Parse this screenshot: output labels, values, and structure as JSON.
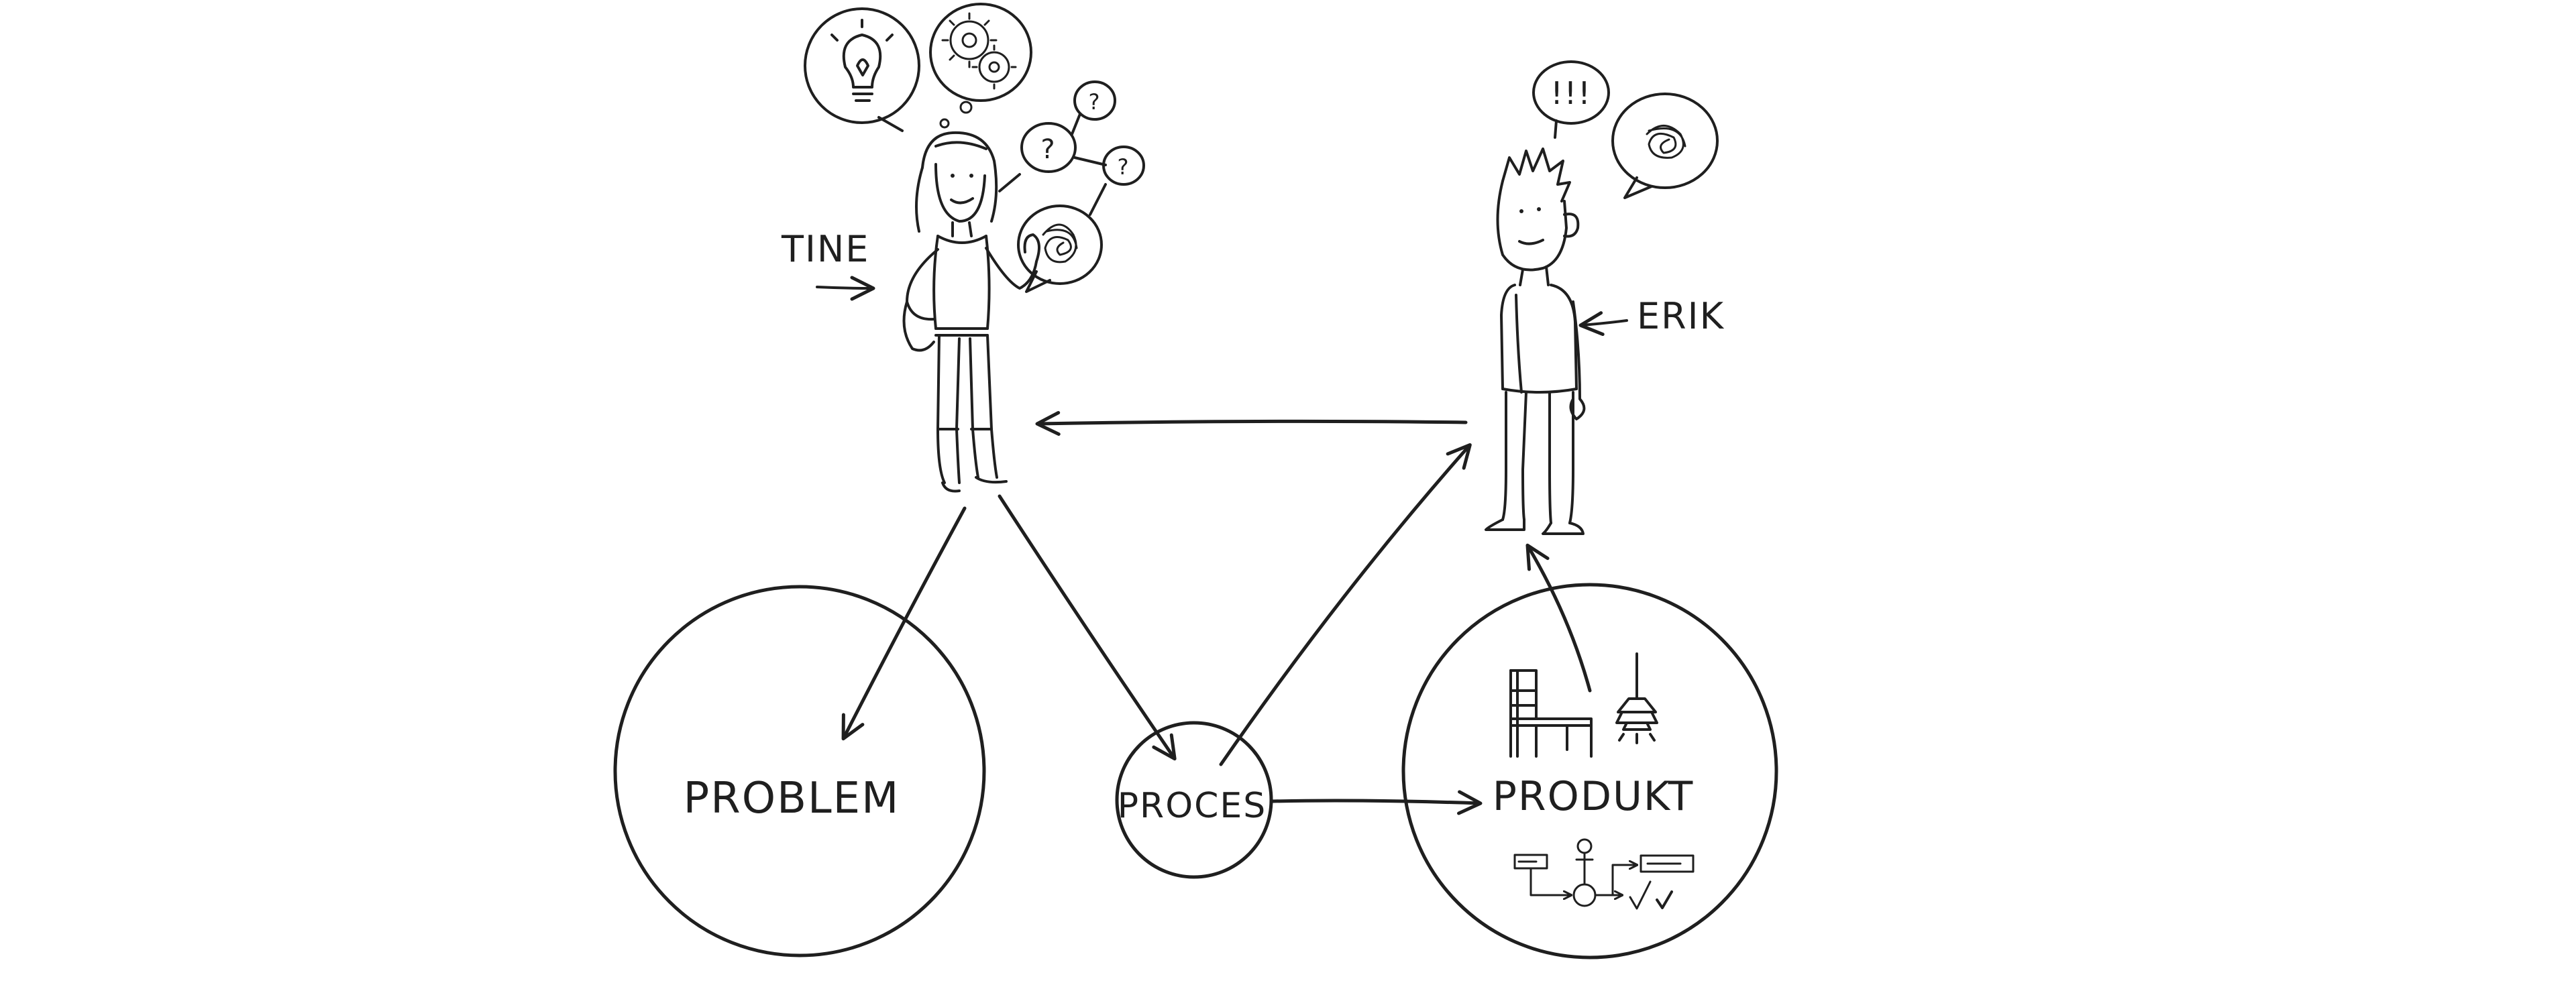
{
  "people": {
    "tine": {
      "label": "TINE"
    },
    "erik": {
      "label": "ERIK"
    }
  },
  "nodes": {
    "problem": {
      "label": "PROBLEM"
    },
    "proces": {
      "label": "PROCES"
    },
    "produkt": {
      "label": "PRODUKT"
    }
  },
  "bubbles": {
    "question_mark": "?",
    "exclamations": "!!!"
  },
  "colors": {
    "ink": "#1f1f1f",
    "background": "#ffffff"
  },
  "icons": [
    "lightbulb-icon",
    "gears-icon",
    "question-icon",
    "scribble-icon",
    "exclamation-icon",
    "chair-icon",
    "lamp-icon",
    "flowchart-icon",
    "checkmark-icon"
  ]
}
